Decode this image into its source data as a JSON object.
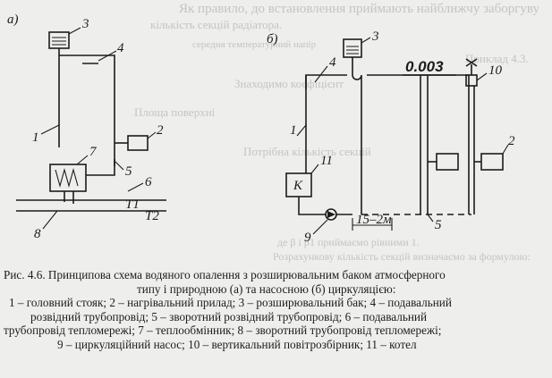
{
  "background_text": [
    "Як правило, до встановлення приймають найближчу заборгуву",
    "кількість секцій радіатора.",
    "середня температурний напір",
    "Приклад 4.3.",
    "Знаходимо коефіцієнт",
    "Площа поверхні",
    "Потрібна кількість секцій",
    "Розрахункову кількість секцій визначаємо за формулою:",
    "де β і β1 приймаємо рівними 1."
  ],
  "figure": {
    "panel_a_label": "а)",
    "panel_b_label": "б)",
    "slope_label": "0.003",
    "distance_label": "15–2м",
    "boiler_label": "К",
    "tube_labels": [
      "T1",
      "T2"
    ],
    "callouts_a": [
      "1",
      "2",
      "3",
      "4",
      "5",
      "6",
      "7",
      "8"
    ],
    "callouts_b": [
      "1",
      "2",
      "3",
      "4",
      "5",
      "9",
      "10",
      "11"
    ]
  },
  "caption": {
    "lines": [
      "Рис. 4.6. Принципова схема водяного опалення з розширювальним баком атмосферного",
      "типу і природною (а) та насосною (б) циркуляцією:",
      "1 – головний стояк; 2 – нагрівальний прилад; 3 – розширювальний бак; 4 – подавальний",
      "розвідний трубопровід; 5 – зворотний розвідний трубопровід; 6 – подавальний",
      "трубопровід тепломережі; 7 – теплообмінник; 8 – зворотний трубопровід тепломережі;",
      "9 – циркуляційний насос;  10 – вертикальний повітрозбірник; 11 – котел"
    ]
  }
}
